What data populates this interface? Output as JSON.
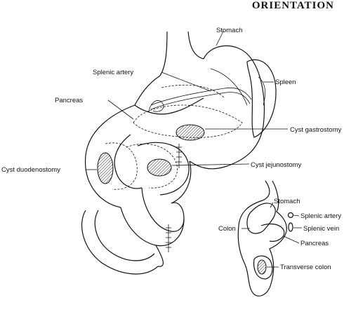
{
  "header": {
    "title": "ORIENTATION"
  },
  "main_labels": {
    "stomach": "Stomach",
    "splenic_artery": "Splenic artery",
    "spleen": "Spleen",
    "pancreas": "Pancreas",
    "cyst_gastrostomy": "Cyst gastrostomy",
    "cyst_duodenostomy": "Cyst duodenostomy",
    "cyst_jejunostomy": "Cyst jejunostomy"
  },
  "inset_labels": {
    "stomach": "Stomach",
    "splenic_artery": "Splenic artery",
    "colon": "Colon",
    "splenic_vein": "Splenic vein",
    "pancreas": "Pancreas",
    "transverse_colon": "Transverse colon"
  }
}
